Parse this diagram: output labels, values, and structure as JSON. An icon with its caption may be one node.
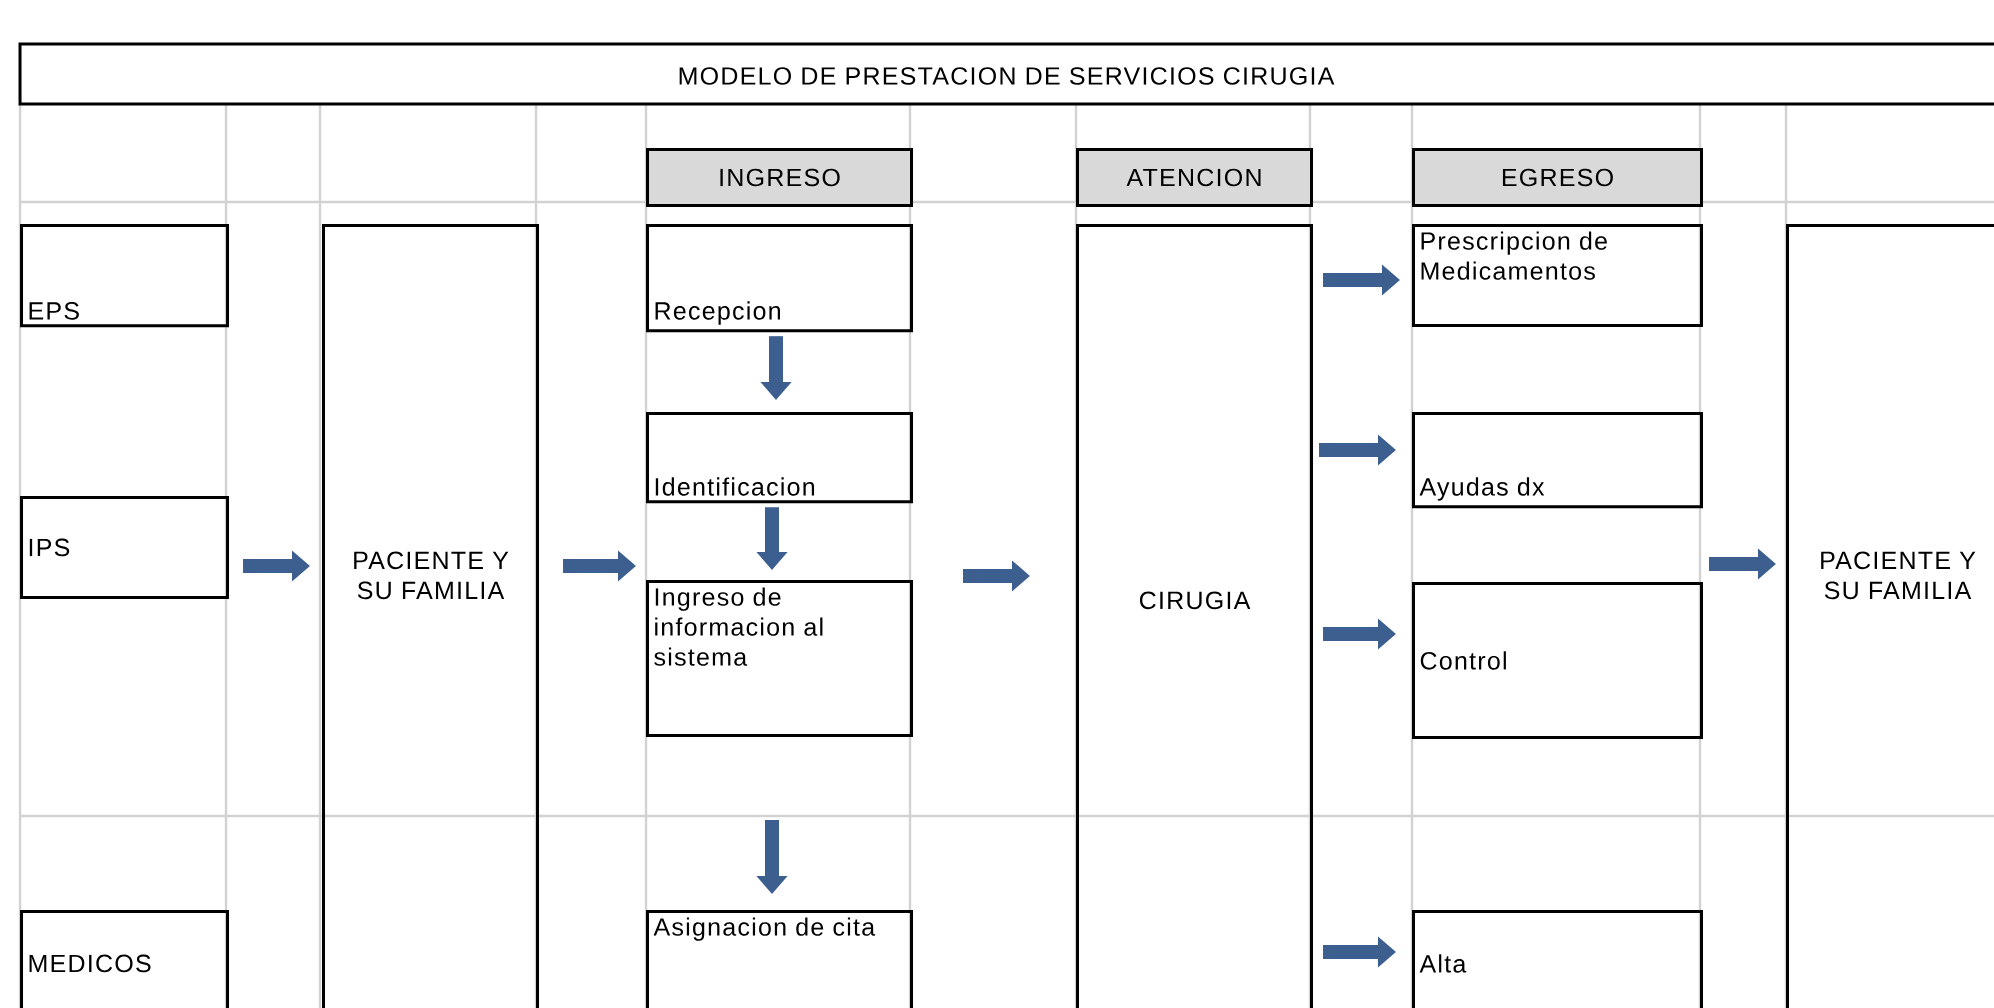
{
  "diagram": {
    "title": "MODELO DE PRESTACION DE SERVICIOS CIRUGIA",
    "nodes": [
      {
        "text": [
          "INGRESO"
        ]
      },
      {
        "text": [
          "ATENCION"
        ]
      },
      {
        "text": [
          "EGRESO"
        ]
      },
      {
        "text": [
          "EPS"
        ]
      },
      {
        "text": [
          "IPS"
        ]
      },
      {
        "text": [
          "MEDICOS"
        ]
      },
      {
        "text": [
          "PACIENTE Y SU FAMILIA"
        ]
      },
      {
        "text": [
          "Recepcion"
        ]
      },
      {
        "text": [
          "Identificacion"
        ]
      },
      {
        "text": [
          "Ingreso de informacion al sistema"
        ]
      },
      {
        "text": [
          "Asignacion de cita"
        ]
      },
      {
        "text": [
          "CIRUGIA"
        ]
      },
      {
        "text": [
          "Prescripcion de Medicamentos"
        ]
      },
      {
        "text": [
          "Ayudas dx"
        ]
      },
      {
        "text": [
          "Control"
        ]
      },
      {
        "text": [
          "Alta"
        ]
      },
      {
        "text": [
          "PACIENTE Y SU FAMILIA"
        ]
      }
    ],
    "edges": [
      {
        "from": 4,
        "to": 6,
        "arrow": "to"
      },
      {
        "from": 6,
        "to": 9,
        "arrow": "to"
      },
      {
        "from": 7,
        "to": 8,
        "arrow": "to"
      },
      {
        "from": 8,
        "to": 9,
        "arrow": "to"
      },
      {
        "from": null,
        "to": 10,
        "arrow": "to"
      },
      {
        "from": 9,
        "to": 11,
        "arrow": "to"
      },
      {
        "from": 11,
        "to": 12,
        "arrow": "to"
      },
      {
        "from": 11,
        "to": 13,
        "arrow": "to"
      },
      {
        "from": 11,
        "to": 14,
        "arrow": "to"
      },
      {
        "from": 11,
        "to": 15,
        "arrow": "to"
      },
      {
        "from": 14,
        "to": 16,
        "arrow": "to"
      }
    ]
  }
}
